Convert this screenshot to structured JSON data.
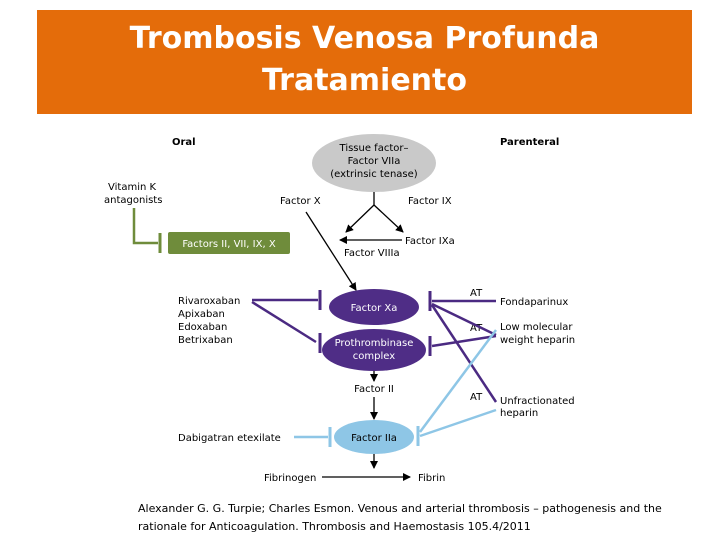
{
  "title": {
    "line1": "Trombosis Venosa Profunda",
    "line2": "Tratamiento"
  },
  "headers": {
    "oral": "Oral",
    "parenteral": "Parenteral"
  },
  "nodes": {
    "tissue_factor": [
      "Tissue factor–",
      "Factor VIIa",
      "(extrinsic tenase)"
    ],
    "factor_x": "Factor X",
    "factor_ix": "Factor IX",
    "factor_ixa": "Factor IXa",
    "factor_viiia": "Factor VIIIa",
    "factors_vka": "Factors II, VII, IX, X",
    "factor_xa": "Factor Xa",
    "prothrombinase": [
      "Prothrombinase",
      "complex"
    ],
    "factor_ii": "Factor II",
    "factor_iia": "Factor IIa",
    "fibrinogen": "Fibrinogen",
    "fibrin": "Fibrin"
  },
  "drugs": {
    "vka": [
      "Vitamin K",
      "antagonists"
    ],
    "xa_inhibitors": [
      "Rivaroxaban",
      "Apixaban",
      "Edoxaban",
      "Betrixaban"
    ],
    "dabigatran": "Dabigatran etexilate",
    "fondaparinux": "Fondaparinux",
    "lmwh": [
      "Low molecular",
      "weight heparin"
    ],
    "ufh": [
      "Unfractionated",
      "heparin"
    ],
    "at": "AT"
  },
  "colors": {
    "title_bg": "#e46c0a",
    "purple": "#4b2a82",
    "green": "#6f8c3b",
    "blue": "#8ec6e6",
    "gray": "#c9c9c9",
    "purple_oval": "#4f2d86"
  },
  "citation": "Alexander G. G. Turpie; Charles Esmon. Venous and arterial thrombosis – pathogenesis and the rationale for Anticoagulation. Thrombosis and Haemostasis 105.4/2011"
}
